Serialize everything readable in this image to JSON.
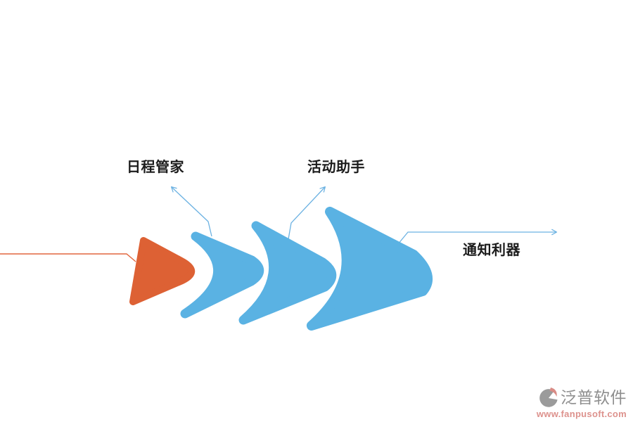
{
  "diagram": {
    "stage_labels": {
      "schedule": "日程管家",
      "activity": "活动助手",
      "notify": "通知利器"
    },
    "colors": {
      "orange_shape": "#dd6134",
      "blue_shape": "#5ab2e3",
      "leader_line_blue": "#6cb2e2",
      "connector_line_orange": "#e2673e",
      "label_text": "#1c1c1c"
    }
  },
  "watermark": {
    "brand": "泛普软件",
    "url": "www.fanpusoft.com",
    "brand_color": "#8e8e8e",
    "url_color": "#dd928d"
  }
}
